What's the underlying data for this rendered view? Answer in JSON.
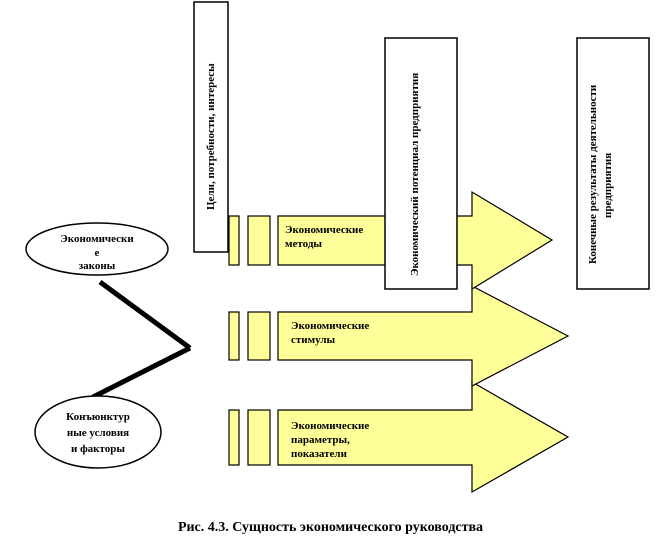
{
  "colors": {
    "fill": "#ffff99",
    "stroke": "#000000",
    "background": "#ffffff"
  },
  "boxes": {
    "goals": "Цели, потребности, интересы",
    "potential": "Экономический потенциал предприятия",
    "results_line1": "Конечные результаты деятельности",
    "results_line2": "предприятия"
  },
  "ovals": {
    "laws": [
      "Экономически",
      "е",
      "законы"
    ],
    "conditions": [
      "Конъюнктур",
      "ные условия",
      "и факторы"
    ]
  },
  "arrows": {
    "methods": [
      "Экономические",
      "методы"
    ],
    "stimuli": [
      "Экономические",
      "стимулы"
    ],
    "parameters": [
      "Экономические",
      "параметры,",
      "показатели"
    ]
  },
  "caption": "Рис. 4.3. Сущность экономического руководства"
}
